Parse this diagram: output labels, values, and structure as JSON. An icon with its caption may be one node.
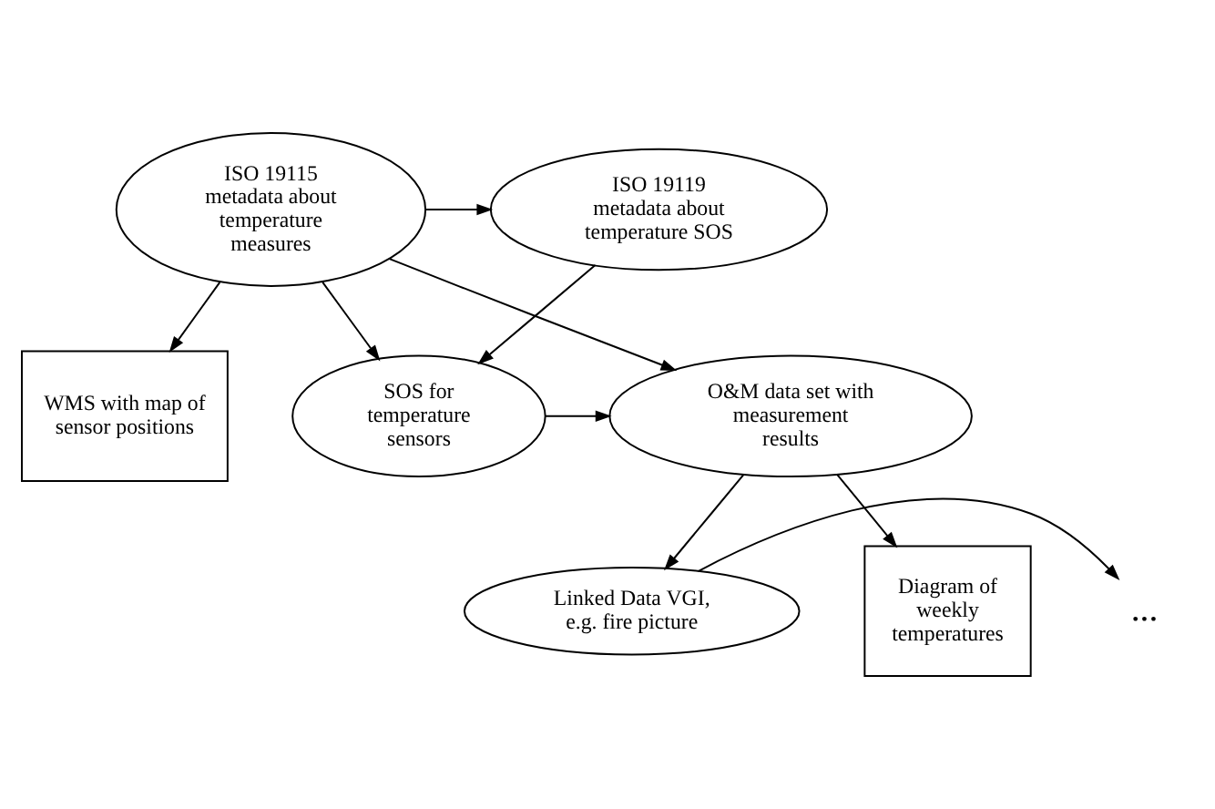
{
  "diagram": {
    "nodes": [
      {
        "text": [
          "ISO 19115 metadata about temperature measures"
        ]
      },
      {
        "text": [
          "ISO 19119 metadata about temperature SOS"
        ]
      },
      {
        "text": [
          "WMS with map of sensor positions"
        ]
      },
      {
        "text": [
          "O&M data set with measurement results"
        ]
      },
      {
        "text": [
          "SOS for temperature sensors"
        ]
      },
      {
        "text": [
          "Diagram of weekly temperatures"
        ]
      },
      {
        "text": [
          "Linked Data VGI, e.g. fire picture"
        ]
      },
      {
        "text": [
          "..."
        ]
      }
    ],
    "edges": [
      {
        "from": 0,
        "to": 1,
        "arrow": "to"
      },
      {
        "from": 0,
        "to": 2,
        "arrow": "to"
      },
      {
        "from": 0,
        "to": 3,
        "arrow": "to"
      },
      {
        "from": 0,
        "to": 4,
        "arrow": "to"
      },
      {
        "from": 1,
        "to": 4,
        "arrow": "to"
      },
      {
        "from": 4,
        "to": 3,
        "arrow": "to"
      },
      {
        "from": 3,
        "to": 5,
        "arrow": "to"
      },
      {
        "from": 3,
        "to": 6,
        "arrow": "to"
      },
      {
        "from": 6,
        "to": 7,
        "arrow": "to"
      }
    ]
  }
}
